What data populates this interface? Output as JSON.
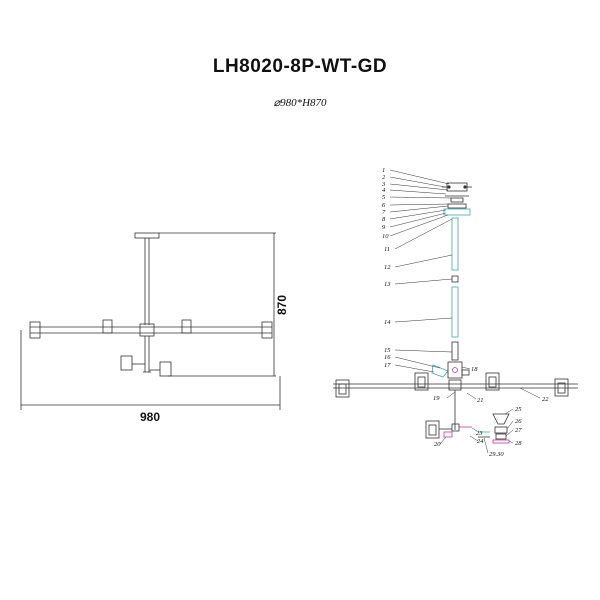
{
  "title": "LH8020-8P-WT-GD",
  "subtitle": "⌀980*H870",
  "dimensions": {
    "width": "980",
    "height": "870"
  },
  "parts": [
    "1",
    "2",
    "3",
    "4",
    "5",
    "6",
    "7",
    "8",
    "9",
    "10",
    "11",
    "12",
    "13",
    "14",
    "15",
    "16",
    "17",
    "18",
    "19",
    "20",
    "21",
    "22",
    "23",
    "24",
    "25",
    "26",
    "27",
    "28",
    "29.30"
  ],
  "colors": {
    "line": "#333333",
    "accent_cyan": "#3aa7b8",
    "accent_magenta": "#c0399a"
  }
}
